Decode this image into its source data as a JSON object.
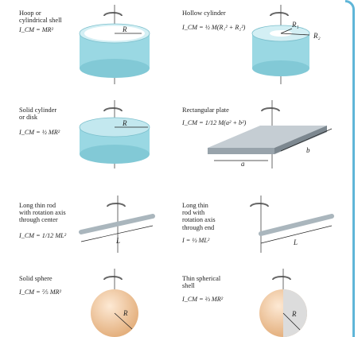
{
  "items": [
    {
      "label": "Hoop or\ncylindrical shell",
      "formula": "I_CM = MR²",
      "radius_label": "R"
    },
    {
      "label": "Hollow cylinder",
      "formula": "I_CM = ½ M(R₁² + R₂²)",
      "r1_label": "R₁",
      "r2_label": "R₂"
    },
    {
      "label": "Solid cylinder\nor disk",
      "formula": "I_CM = ½ MR²",
      "radius_label": "R"
    },
    {
      "label": "Rectangular plate",
      "formula": "I_CM = 1/12 M(a² + b²)",
      "a_label": "a",
      "b_label": "b"
    },
    {
      "label": "Long thin rod\nwith rotation axis\nthrough center",
      "formula": "I_CM = 1/12 ML²",
      "length_label": "L"
    },
    {
      "label": "Long thin\nrod with\nrotation axis\nthrough end",
      "formula": "I = ⅓ ML²",
      "length_label": "L"
    },
    {
      "label": "Solid sphere",
      "formula": "I_CM = ⅖ MR²",
      "radius_label": "R"
    },
    {
      "label": "Thin spherical\nshell",
      "formula": "I_CM = ⅔ MR²",
      "radius_label": "R"
    }
  ],
  "colors": {
    "cylinder_fill": "#9ad8e3",
    "cylinder_top": "#d3eff4",
    "plate": "#a9b3ba",
    "sphere": "#f2c89f",
    "border": "#5fb6d8"
  }
}
